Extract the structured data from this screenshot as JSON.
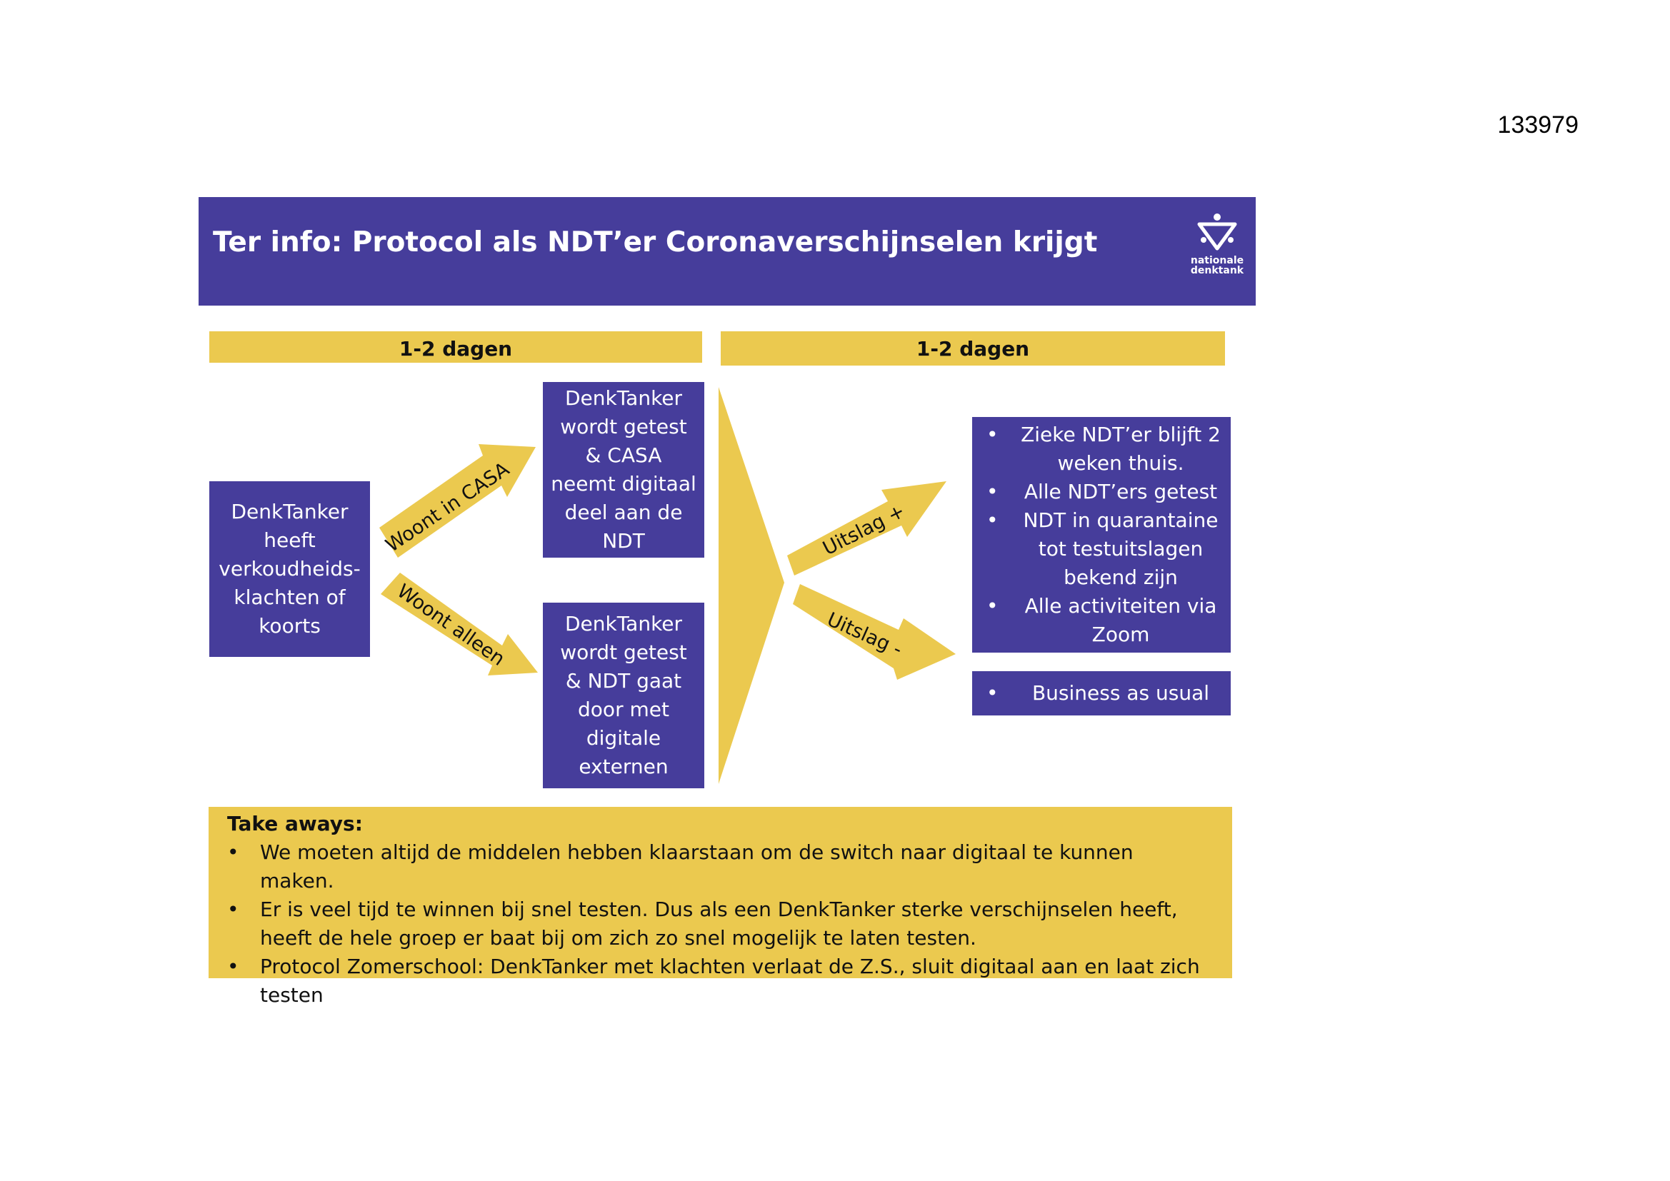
{
  "doc_number": "133979",
  "header": {
    "title": "Ter info: Protocol als NDT’er Coronaverschijnselen krijgt",
    "logo_line1": "nationale",
    "logo_line2": "denktank",
    "logo_icon": "triangle-logo-icon"
  },
  "phases": [
    "1-2 dagen",
    "1-2 dagen"
  ],
  "start_box": "DenkTanker heeft verkoudheids-klachten of koorts",
  "branches": {
    "casa_label": "Woont in CASA",
    "alone_label": "Woont alleen",
    "casa_box": "DenkTanker wordt getest & CASA neemt digitaal deel aan de NDT",
    "alone_box": "DenkTanker wordt getest & NDT gaat door met digitale externen"
  },
  "results": {
    "positive_label": "Uitslag +",
    "negative_label": "Uitslag -",
    "positive_items": [
      "Zieke NDT’er blijft 2 weken thuis.",
      "Alle NDT’ers getest",
      "NDT in quarantaine tot testuitslagen bekend zijn",
      "Alle activiteiten via Zoom"
    ],
    "negative_items": [
      "Business as usual"
    ]
  },
  "takeaways": {
    "heading": "Take aways:",
    "items": [
      "We moeten altijd de middelen hebben klaarstaan om de switch naar digitaal te kunnen maken.",
      "Er is veel tijd te winnen bij snel testen. Dus als een DenkTanker sterke verschijnselen heeft, heeft de hele groep er baat bij om zich zo snel mogelijk te laten testen.",
      "Protocol Zomerschool: DenkTanker met klachten verlaat de Z.S., sluit digitaal aan en laat zich testen"
    ]
  },
  "colors": {
    "purple": "#463d9b",
    "yellow": "#ebc94f"
  }
}
